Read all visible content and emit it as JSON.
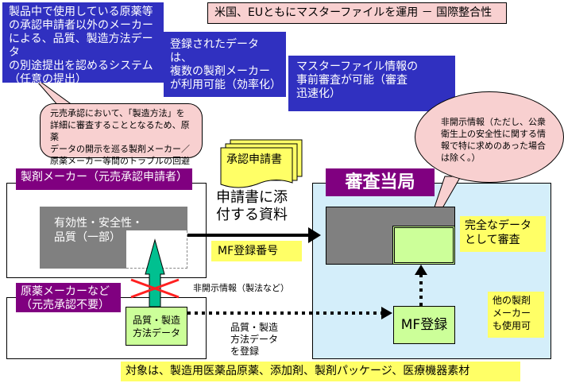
{
  "callouts": {
    "benefit_system": "製品中で使用している原薬等\nの承認申請者以外のメーカー\nによる、品質、製造方法データ\nの別途提出を認めるシステム\n（任意の提出）",
    "benefit_efficiency": "登録されたデータは、\n複数の製剤メーカー\nが利用可能（効率化）",
    "benefit_speed": "マスターファイル情報の\n事前審査が可能（審査\n迅速化）",
    "trouble_avoidance": "元売承認において、「製造方法」を\n詳細に審査することとなるため、原薬\nデータの開示を巡る製剤メーカー／\n原薬メーカー等間のトラブルの回避",
    "nondisclosure_note": "非開示情報（ただし、公衆\n衛生上の安全性に関する情\n報で特に求めのあった場合\nは除く。）"
  },
  "headline": "米国、EUともにマスターファイルを運用 － 国際整合性",
  "application_doc": "承認申請書",
  "attached_materials": "申請書に添\n付する資料",
  "formulation_maker": {
    "label": "製剤メーカー（元売承認申請者）",
    "data_box": "有効性・安全性・\n品質（一部）"
  },
  "mf_number": "MF登録番号",
  "nondisclosed_label": "非開示情報（製法など）",
  "api_maker": {
    "label": "原薬メーカーなど\n（元売承認不要）",
    "data_box": "品質・製造\n方法データ"
  },
  "register_label": "品質・製造\n方法データ\nを登録",
  "authority": {
    "label": "審査当局",
    "complete_review": "完全なデータ\nとして審査",
    "mf_registration": "MF登録",
    "other_makers": "他の製剤\nメーカー\nも使用可"
  },
  "scope": "対象は、製造用医薬品原薬、添加剤、製剤パッケージ、医療機器素材",
  "colors": {
    "callout_blue": "#3030c0",
    "label_purple": "#800080",
    "highlight_yellow": "#ffff66",
    "pink": "#f8d0d0",
    "panel_blue": "#d4eefa",
    "data_green": "#ccff99",
    "arrow_teal": "#00c090",
    "cross_red": "#ff2020"
  }
}
